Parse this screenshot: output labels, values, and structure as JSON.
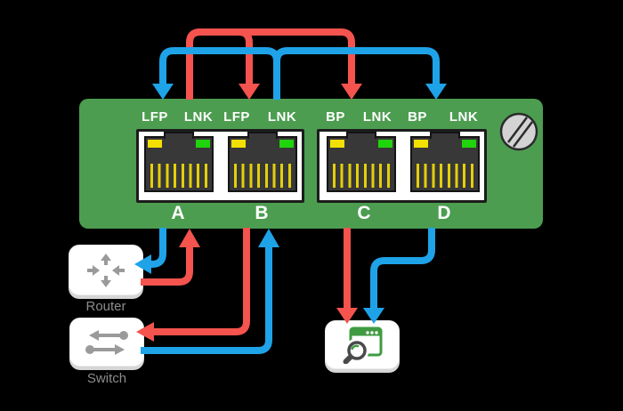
{
  "colors": {
    "panel-green": "#4c9d50",
    "arrow-red": "#f4534e",
    "arrow-blue": "#1fa3e8",
    "led-yellow": "#f2e000",
    "led-green": "#1fd40b",
    "pin-yellow": "#e3cf0b",
    "icon-gray": "#9a9a9a",
    "label-gray": "#8c8c8c"
  },
  "panel": {
    "indicator_labels": [
      "LFP",
      "LNK",
      "LFP",
      "LNK",
      "BP",
      "LNK",
      "BP",
      "LNK"
    ],
    "port_letters": [
      "A",
      "B",
      "C",
      "D"
    ],
    "icons": [
      "screw-icon"
    ]
  },
  "devices": {
    "router": {
      "label": "Router",
      "icon": "router-icon"
    },
    "switch": {
      "label": "Switch",
      "icon": "switch-icon"
    },
    "analyzer": {
      "icon": "traffic-analyzer-icon"
    }
  },
  "connections": [
    {
      "color": "red",
      "from": "port-A",
      "to": "port-B-LFP",
      "via": "top-arc"
    },
    {
      "color": "red",
      "from": "port-A",
      "to": "port-C-BP",
      "via": "top-arc"
    },
    {
      "color": "blue",
      "from": "port-B",
      "to": "port-A-LFP",
      "via": "top-arc"
    },
    {
      "color": "blue",
      "from": "port-B",
      "to": "port-D-BP",
      "via": "top-arc"
    },
    {
      "color": "blue",
      "from": "port-A",
      "to": "router"
    },
    {
      "color": "red",
      "from": "router",
      "to": "port-A"
    },
    {
      "color": "red",
      "from": "port-B",
      "to": "switch"
    },
    {
      "color": "blue",
      "from": "switch",
      "to": "port-B"
    },
    {
      "color": "red",
      "from": "port-C",
      "to": "analyzer"
    },
    {
      "color": "blue",
      "from": "port-D",
      "to": "analyzer"
    }
  ]
}
